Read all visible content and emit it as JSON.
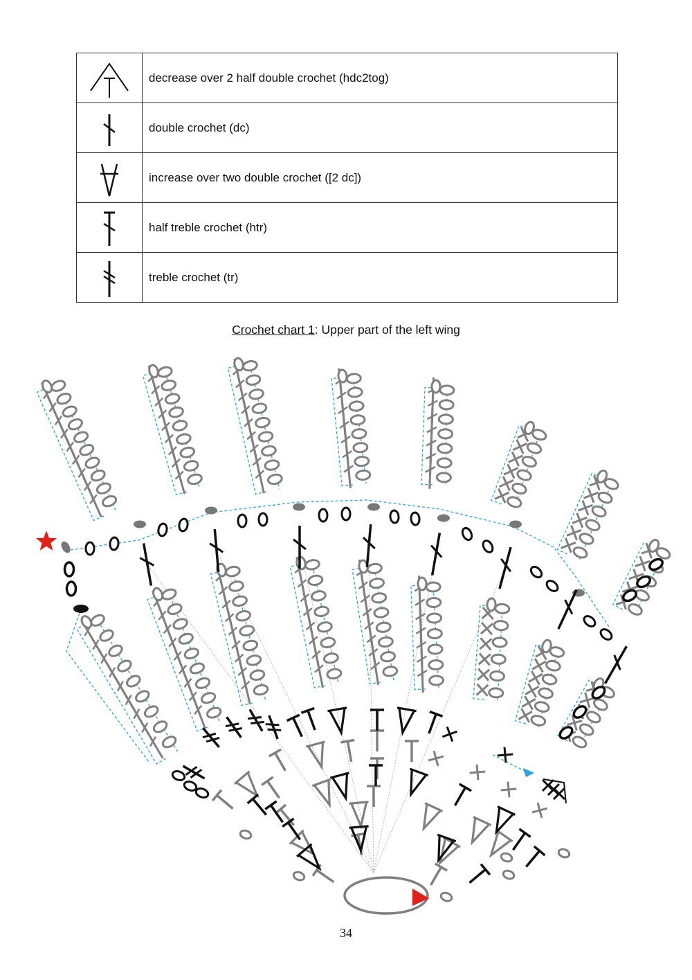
{
  "legend": [
    {
      "symbol": "hdc2tog-icon",
      "label": "decrease over 2 half double crochet (hdc2tog)"
    },
    {
      "symbol": "dc-icon",
      "label": "double crochet (dc)"
    },
    {
      "symbol": "dc-increase-icon",
      "label": "increase over two double crochet ([2 dc])"
    },
    {
      "symbol": "htr-icon",
      "label": "half treble crochet (htr)"
    },
    {
      "symbol": "tr-icon",
      "label": "treble crochet (tr)"
    }
  ],
  "caption": {
    "label": "Crochet chart 1",
    "rest": ": Upper part of the left wing"
  },
  "page_number": "34",
  "colors": {
    "stitch_black": "#111111",
    "stitch_grey": "#808080",
    "path_blue": "#29a3dd",
    "marker_red": "#e0201a"
  }
}
